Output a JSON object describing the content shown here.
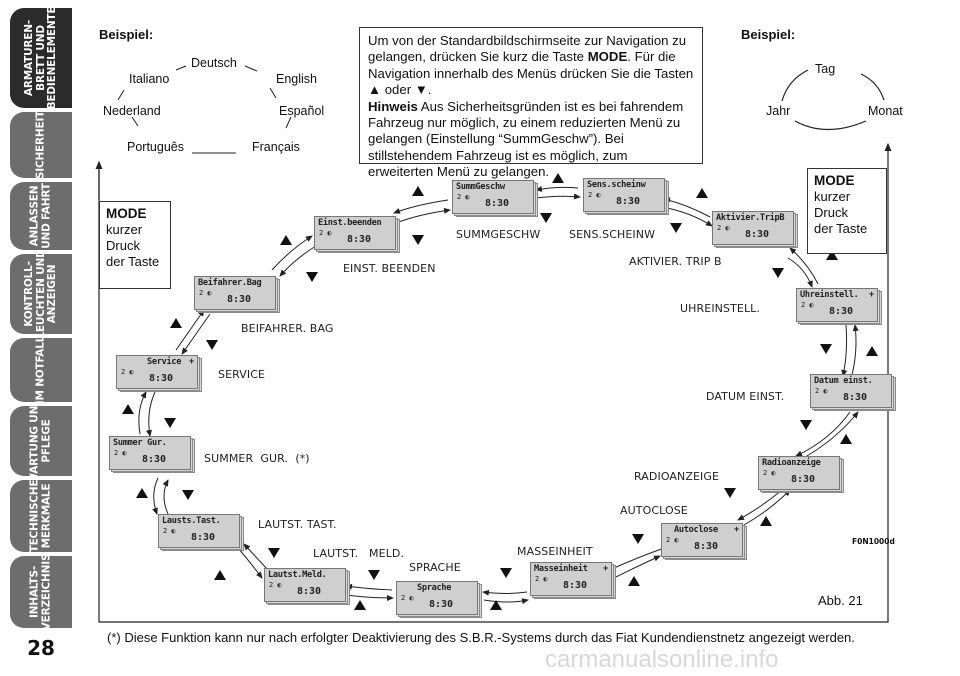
{
  "sidebar": {
    "tabs": [
      {
        "label": "ARMATUREN-\nBRETT UND\nBEDIENELEMENTE",
        "active": true
      },
      {
        "label": "SICHERHEIT",
        "active": false
      },
      {
        "label": "ANLASSEN\nUND FAHRT",
        "active": false
      },
      {
        "label": "KONTROLL-\nLEUCHTEN UND\nANZEIGEN",
        "active": false
      },
      {
        "label": "IM NOTFALL",
        "active": false
      },
      {
        "label": "WARTUNG UND\nPFLEGE",
        "active": false
      },
      {
        "label": "TECHNISCHE\nMERKMALE",
        "active": false
      },
      {
        "label": "INHALTS-\nVERZEICHNIS",
        "active": false
      }
    ],
    "page_number": "28",
    "tab_color": "#6d6d6d",
    "active_tab_color": "#2b2b2b"
  },
  "example_left": {
    "heading": "Beispiel:",
    "languages": [
      "Deutsch",
      "English",
      "Español",
      "Français",
      "Português",
      "Nederland",
      "Italiano"
    ]
  },
  "example_right": {
    "heading": "Beispiel:",
    "items": [
      "Tag",
      "Monat",
      "Jahr"
    ]
  },
  "info_box": {
    "line1_pre": "Um von der Standardbildschirmseite zur Navigation zu gelangen, drücken Sie kurz die Taste ",
    "mode_word": "MODE",
    "line1_post": ". Für die Navigation innerhalb des Menüs drücken Sie die Tasten ",
    "up_symbol": "▲",
    "or_word": " oder ",
    "down_symbol": "▼",
    "line1_end": ".",
    "hint_word": "Hinweis",
    "hint_text": " Aus Sicherheitsgründen ist es bei fahrendem Fahrzeug nur möglich, zu einem reduzierten Menü zu gelangen (Einstellung “SummGeschw”). Bei stillstehendem Fahrzeug ist es möglich, zum erweiterten Menü zu gelangen."
  },
  "mode_left": {
    "title": "MODE",
    "lines": [
      "kurzer",
      "Druck",
      "der Taste"
    ]
  },
  "mode_right": {
    "title": "MODE",
    "lines": [
      "kurzer",
      "Druck",
      "der Taste"
    ]
  },
  "displays": [
    {
      "title": "SummGeschw",
      "radio": "2 ◐",
      "time": "8:30",
      "caption": "SUMMGESCHW"
    },
    {
      "title": "Sens.scheinw",
      "radio": "2 ◐",
      "time": "8:30",
      "caption": "SENS.SCHEINW"
    },
    {
      "title": "Aktivier.TripB",
      "radio": "2 ◐",
      "time": "8:30",
      "caption": "AKTIVIER. TRIP B"
    },
    {
      "title": "Uhreinstell.",
      "radio": "2 ◐",
      "time": "8:30",
      "caption": "UHREINSTELL."
    },
    {
      "title": "Datum einst.",
      "radio": "2 ◐",
      "time": "8:30",
      "caption": "DATUM  EINST."
    },
    {
      "title": "Radioanzeige",
      "radio": "2 ◐",
      "time": "8:30",
      "caption": "RADIOANZEIGE"
    },
    {
      "title": "Autoclose",
      "radio": "2 ◐",
      "time": "8:30",
      "caption": "AUTOCLOSE"
    },
    {
      "title": "Masseinheit",
      "radio": "2 ◐",
      "time": "8:30",
      "caption": "MASSEINHEIT"
    },
    {
      "title": "Sprache",
      "radio": "2 ◐",
      "time": "8:30",
      "caption": "SPRACHE"
    },
    {
      "title": "Lautst.Meld.",
      "radio": "2 ◐",
      "time": "8:30",
      "caption": "LAUTST.   MELD."
    },
    {
      "title": "Lausts.Tast.",
      "radio": "2 ◐",
      "time": "8:30",
      "caption": "LAUTST. TAST."
    },
    {
      "title": "Summer Gur.",
      "radio": "2 ◐",
      "time": "8:30",
      "caption": "SUMMER  GUR.  (*)"
    },
    {
      "title": "Service",
      "radio": "2 ◐",
      "time": "8:30",
      "caption": "SERVICE"
    },
    {
      "title": "Beifahrer.Bag",
      "radio": "2 ◐",
      "time": "8:30",
      "caption": "BEIFAHRER. BAG"
    },
    {
      "title": "Einst.beenden",
      "radio": "2 ◐",
      "time": "8:30",
      "caption": "EINST. BEENDEN"
    }
  ],
  "submenu_marker": "+",
  "figure_code": "F0N1000d",
  "figure_number": "Abb. 21",
  "footnote": "(*) Diese Funktion kann nur nach erfolgter Deaktivierung des S.B.R.-Systems durch das Fiat Kundendienstnetz angezeigt werden.",
  "watermark": "carmanualsonline.info"
}
